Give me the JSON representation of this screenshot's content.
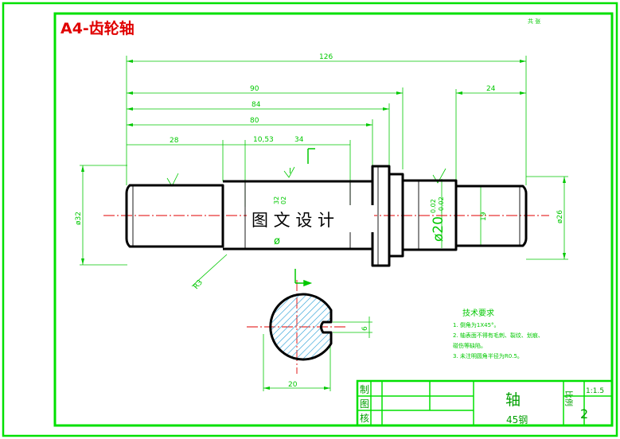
{
  "title_label": "A4-齿轮轴",
  "corner_note": "共 张",
  "overlay_text": "图 文 设 计",
  "dimensions": {
    "overall_length": "126",
    "length_90": "90",
    "length_84": "84",
    "length_80": "80",
    "length_28": "28",
    "length_10_53": "10,53",
    "length_34": "34",
    "length_24": "24",
    "diameter_32": "ø32",
    "diameter_26": "ø26",
    "dim_19": "19",
    "dim_6": "6",
    "dim_20": "20",
    "tol_left_top": "32",
    "tol_left_bottom": "02",
    "tol_right": "ø20",
    "tol_right_sup_top": "0.02",
    "tol_right_sup_bottom": "-0.02",
    "radius": "R3",
    "diam_symbol": "ø",
    "section_mark": "I"
  },
  "tech_requirements": {
    "heading": "技术要求",
    "lines": [
      "1. 倒角为1X45°。",
      "2. 轴表面不得有毛刺、裂纹、划痕、",
      "   碰伤等缺陷。",
      "3. 未注明圆角半径为R0.5。"
    ]
  },
  "title_block": {
    "row_labels": [
      "制",
      "图",
      "核"
    ],
    "part_name": "轴",
    "material": "45钢",
    "scale_label": "比例",
    "scale_value": "1:1.5",
    "sheet_number": "2"
  },
  "colors": {
    "frame": "#00e000",
    "outline": "#000000",
    "dimension": "#00c800",
    "centerline": "#e00000",
    "hatch": "#2a9fd6"
  }
}
